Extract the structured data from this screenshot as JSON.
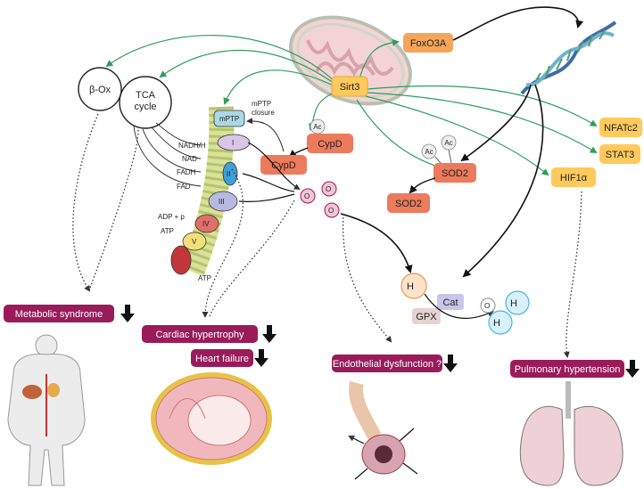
{
  "labels": {
    "beta_ox": "β-Ox",
    "tca_line1": "TCA",
    "tca_line2": "cycle",
    "sirt3": "Sirt3",
    "foxo3a": "FoxO3A",
    "nfatc2": "NFATc2",
    "stat3": "STAT3",
    "hif1a": "HIF1α",
    "cypd_ac": "CypD",
    "cypd": "CypD",
    "sod2_ac": "SOD2",
    "sod2": "SOD2",
    "ac": "Ac",
    "mptp": "mPTP",
    "mptp_closure_line1": "mPTP",
    "mptp_closure_line2": "closure",
    "nadh": "NADH/H",
    "nad": "NAD",
    "fadh": "FADH",
    "fad": "FAD",
    "adp": "ADP + p",
    "atp1": "ATP",
    "atp2": "ATP",
    "complex_I": "I",
    "complex_II": "II",
    "complex_III": "III",
    "complex_IV": "IV",
    "complex_V": "V",
    "o2_radical": "O",
    "h2o2": "H",
    "cat": "Cat",
    "gpx": "GPX",
    "o2": "O",
    "h2o": "H",
    "metabolic_syndrome": "Metabolic syndrome",
    "cardiac_hypertrophy": "Cardiac hypertrophy",
    "heart_failure": "Heart failure",
    "endothelial_dysfunction": "Endothelial dysfunction ?",
    "pulmonary_hypertension": "Pulmonary hypertension"
  },
  "colors": {
    "green_arrow": "#2e9e5b",
    "orange_box": "#f5a55a",
    "red_box": "#ec7a5c",
    "yellow_box": "#ffc95c",
    "outcome_box": "#9a1b5a"
  },
  "icons": [
    "down-arrow-icon",
    "obese-body-icon",
    "heart-section-icon",
    "artery-icon",
    "lungs-icon",
    "dna-icon",
    "mitochondrion-icon"
  ]
}
